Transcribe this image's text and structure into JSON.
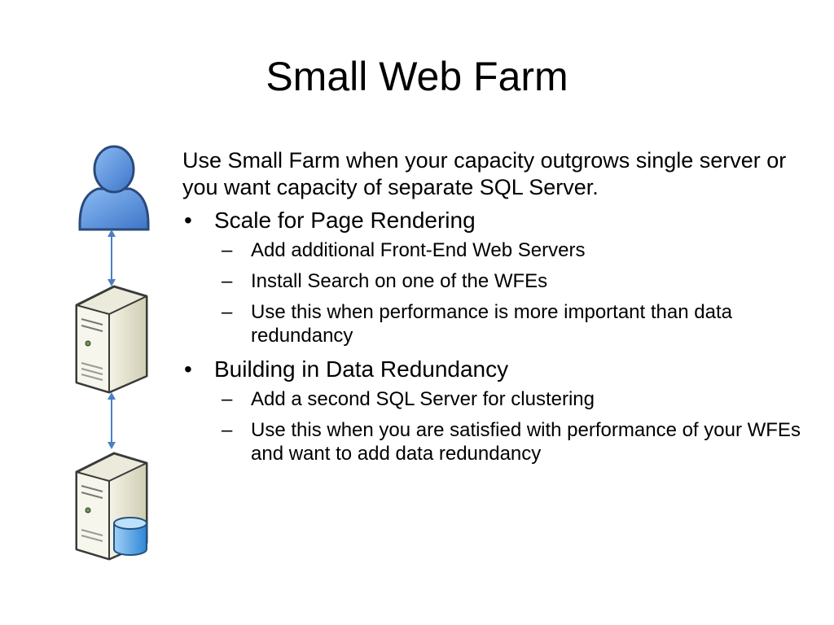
{
  "slide": {
    "title": "Small Web Farm",
    "intro": "Use Small Farm when your capacity outgrows single server or you want capacity of separate SQL Server.",
    "bullet_glyph": "•",
    "sub_glyph": "–",
    "bullets": [
      {
        "text": "Scale for Page Rendering",
        "subs": [
          "Add additional Front-End Web Servers",
          "Install Search on one of the WFEs",
          "Use this when performance is more important than data redundancy"
        ]
      },
      {
        "text": "Building in Data Redundancy",
        "subs": [
          "Add a second SQL Server for clustering",
          "Use this when you are satisfied with performance of your WFEs and want to add data redundancy"
        ]
      }
    ]
  },
  "diagram": {
    "nodes": [
      {
        "icon": "user-icon"
      },
      {
        "icon": "web-server-icon"
      },
      {
        "icon": "database-server-icon"
      }
    ],
    "colors": {
      "user_fill": "#4f8fe0",
      "user_outline": "#2b4a7a",
      "server_body": "#e8e6d2",
      "server_shade": "#b7b59c",
      "server_outline": "#3a3a3a",
      "connector": "#4a7fc1",
      "db_fill": "#5aa7e6",
      "db_top": "#bfe0fa"
    }
  }
}
